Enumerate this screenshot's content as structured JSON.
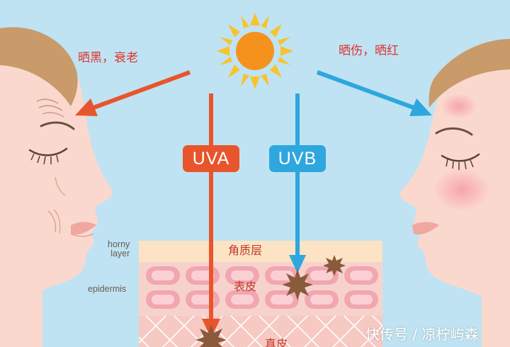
{
  "effects": {
    "uva_effect": "晒黑，衰老",
    "uvb_effect": "晒伤，晒红"
  },
  "rays": {
    "uva_label": "UVA",
    "uvb_label": "UVB"
  },
  "skin": {
    "horny_layer_en": "horny\nlayer",
    "epidermis_en": "epidermis",
    "stratum_corneum_cn": "角质层",
    "epidermis_cn": "表皮",
    "dermis_cn": "真皮"
  },
  "watermark": "快传号 / 凉柠屿森",
  "colors": {
    "uva": "#e8552c",
    "uvb": "#2ea7de",
    "sun": "#f5921d",
    "sun_rays": "#f7c330",
    "background": "#bfe3f2",
    "face_skin": "#fbd8cd",
    "hair": "#c99a6a"
  },
  "icons": {
    "sun": "sun-icon",
    "damage": "damage-burst-icon"
  }
}
